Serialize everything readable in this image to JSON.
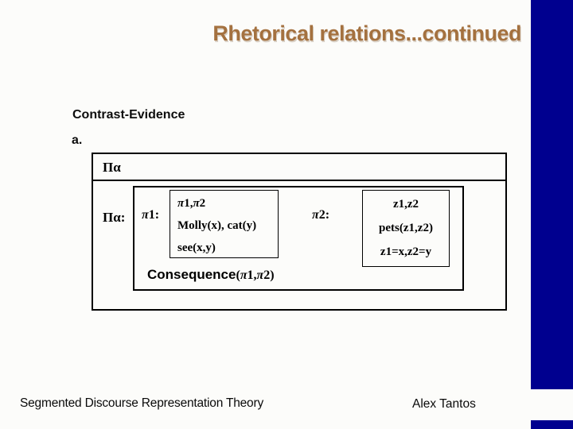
{
  "slide": {
    "title": "Rhetorical relations...continued",
    "heading": "Contrast-Evidence",
    "item_label": "a."
  },
  "diagram": {
    "outer_label": "Πα",
    "outer_ref": "Πα:",
    "segments": [
      {
        "label": "π1:",
        "drs": {
          "universe": "π1,π2",
          "conditions": [
            "Molly(x), cat(y)",
            "see(x,y)"
          ]
        }
      },
      {
        "label": "π2:",
        "drs": {
          "universe": "z1,z2",
          "conditions": [
            "pets(z1,z2)",
            "z1=x,z2=y"
          ]
        }
      }
    ],
    "relation": {
      "name": "Consequence",
      "args": "(π1,π2)"
    }
  },
  "footer": {
    "left": "Segmented Discourse Representation Theory",
    "right": "Alex Tantos"
  },
  "colors": {
    "title_brown": "#a4713f",
    "sidebar_navy": "#00008f"
  }
}
